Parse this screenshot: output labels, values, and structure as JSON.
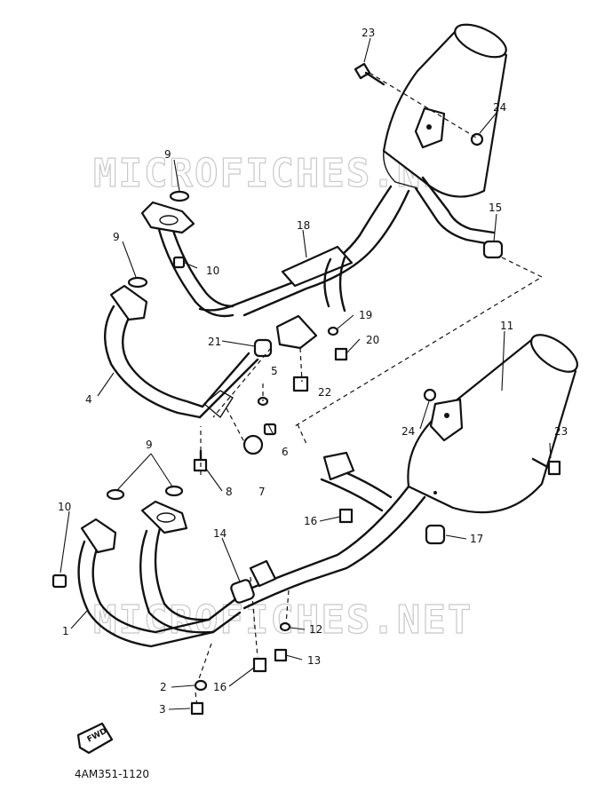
{
  "diagram": {
    "catalog_number": "4AM351-1120",
    "watermarks": [
      "MICROFICHES.NET",
      "MICROFICHES.NET"
    ],
    "fwd_label": "FWD",
    "callouts": [
      {
        "id": "c23a",
        "label": "23"
      },
      {
        "id": "c24a",
        "label": "24"
      },
      {
        "id": "c9a",
        "label": "9"
      },
      {
        "id": "c10a",
        "label": "10"
      },
      {
        "id": "c9b",
        "label": "9"
      },
      {
        "id": "c18",
        "label": "18"
      },
      {
        "id": "c15",
        "label": "15"
      },
      {
        "id": "c19",
        "label": "19"
      },
      {
        "id": "c20",
        "label": "20"
      },
      {
        "id": "c21",
        "label": "21"
      },
      {
        "id": "c4",
        "label": "4"
      },
      {
        "id": "c5",
        "label": "5"
      },
      {
        "id": "c22",
        "label": "22"
      },
      {
        "id": "c11",
        "label": "11"
      },
      {
        "id": "c6",
        "label": "6"
      },
      {
        "id": "c24b",
        "label": "24"
      },
      {
        "id": "c23b",
        "label": "23"
      },
      {
        "id": "c9c",
        "label": "9"
      },
      {
        "id": "c8",
        "label": "8"
      },
      {
        "id": "c7",
        "label": "7"
      },
      {
        "id": "c10b",
        "label": "10"
      },
      {
        "id": "c16a",
        "label": "16"
      },
      {
        "id": "c17",
        "label": "17"
      },
      {
        "id": "c14",
        "label": "14"
      },
      {
        "id": "c1",
        "label": "1"
      },
      {
        "id": "c12",
        "label": "12"
      },
      {
        "id": "c13",
        "label": "13"
      },
      {
        "id": "c2",
        "label": "2"
      },
      {
        "id": "c16b",
        "label": "16"
      },
      {
        "id": "c3",
        "label": "3"
      }
    ]
  }
}
